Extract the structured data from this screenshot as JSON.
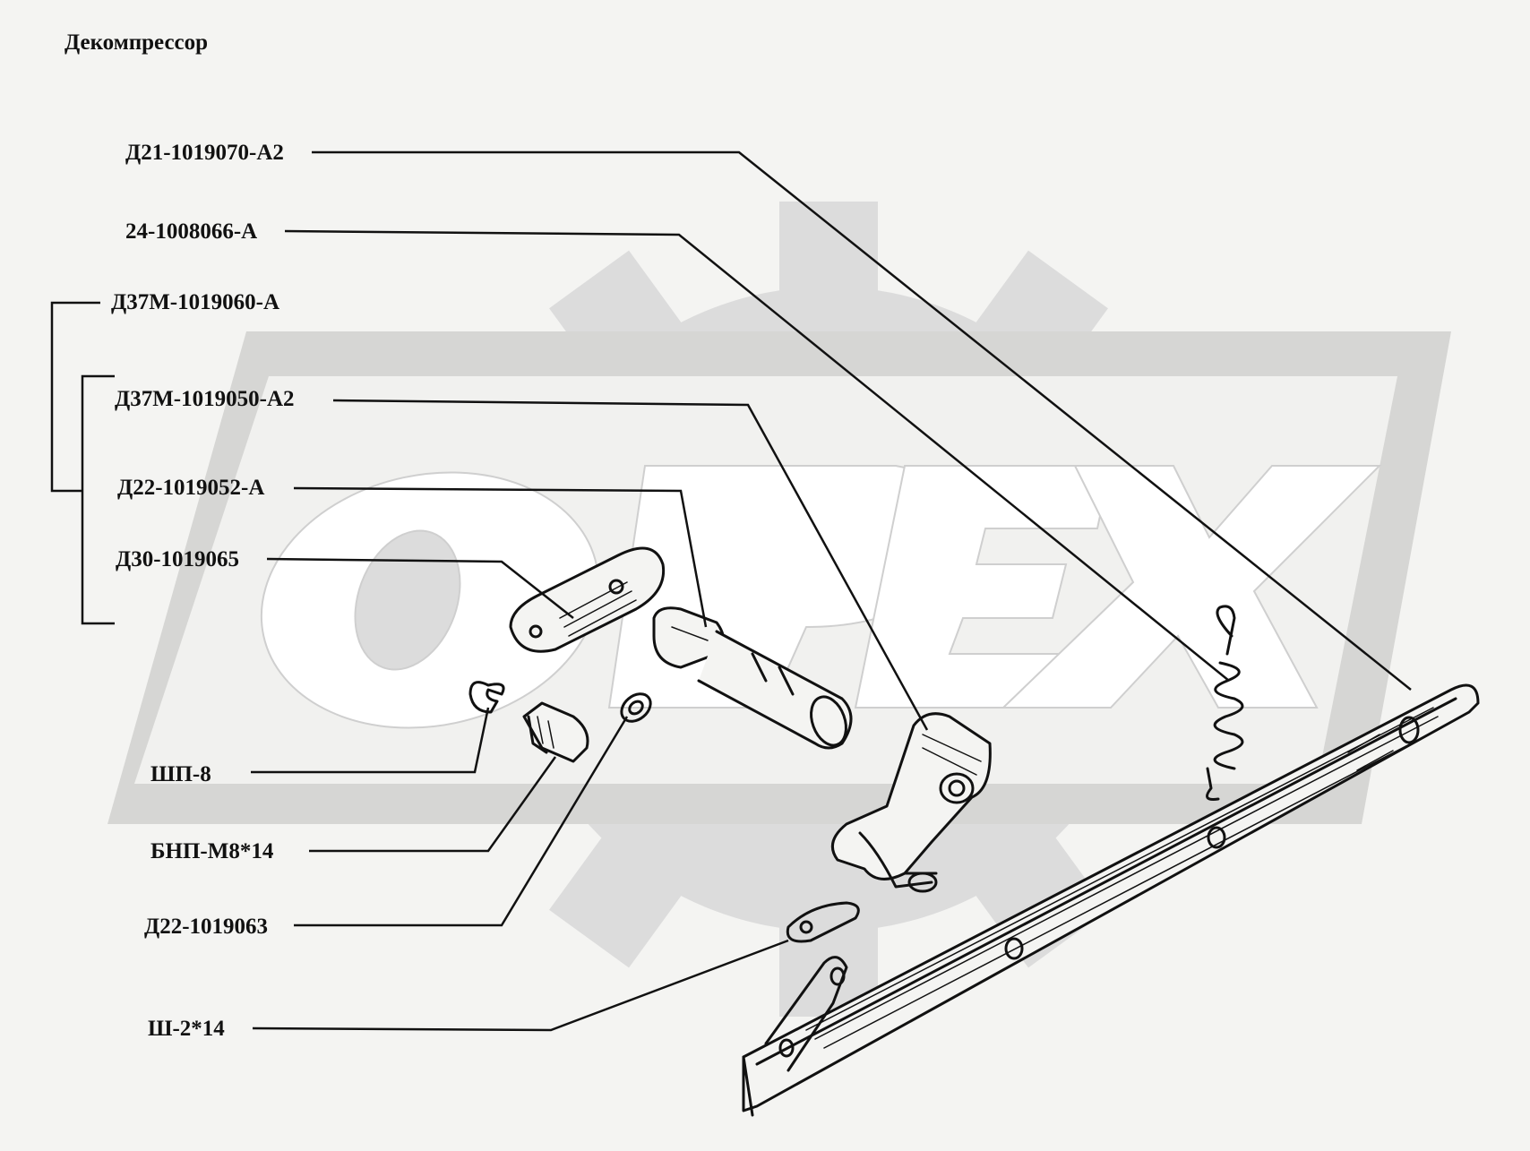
{
  "title": "Декомпрессор",
  "watermark": {
    "text": "ОРЕХ",
    "color": "#dcdcdc"
  },
  "colors": {
    "ink": "#111111",
    "background": "#f4f4f2",
    "watermark": "#dcdcdc"
  },
  "parts": [
    {
      "id": "p1",
      "number": "Д21-1019070-А2"
    },
    {
      "id": "p2",
      "number": "24-1008066-А"
    },
    {
      "id": "p3",
      "number": "Д37М-1019060-А"
    },
    {
      "id": "p4",
      "number": "Д37М-1019050-А2"
    },
    {
      "id": "p5",
      "number": "Д22-1019052-А"
    },
    {
      "id": "p6",
      "number": "Д30-1019065"
    },
    {
      "id": "p7",
      "number": "ШП-8"
    },
    {
      "id": "p8",
      "number": "БНП-М8*14"
    },
    {
      "id": "p9",
      "number": "Д22-1019063"
    },
    {
      "id": "p10",
      "number": "Ш-2*14"
    }
  ]
}
